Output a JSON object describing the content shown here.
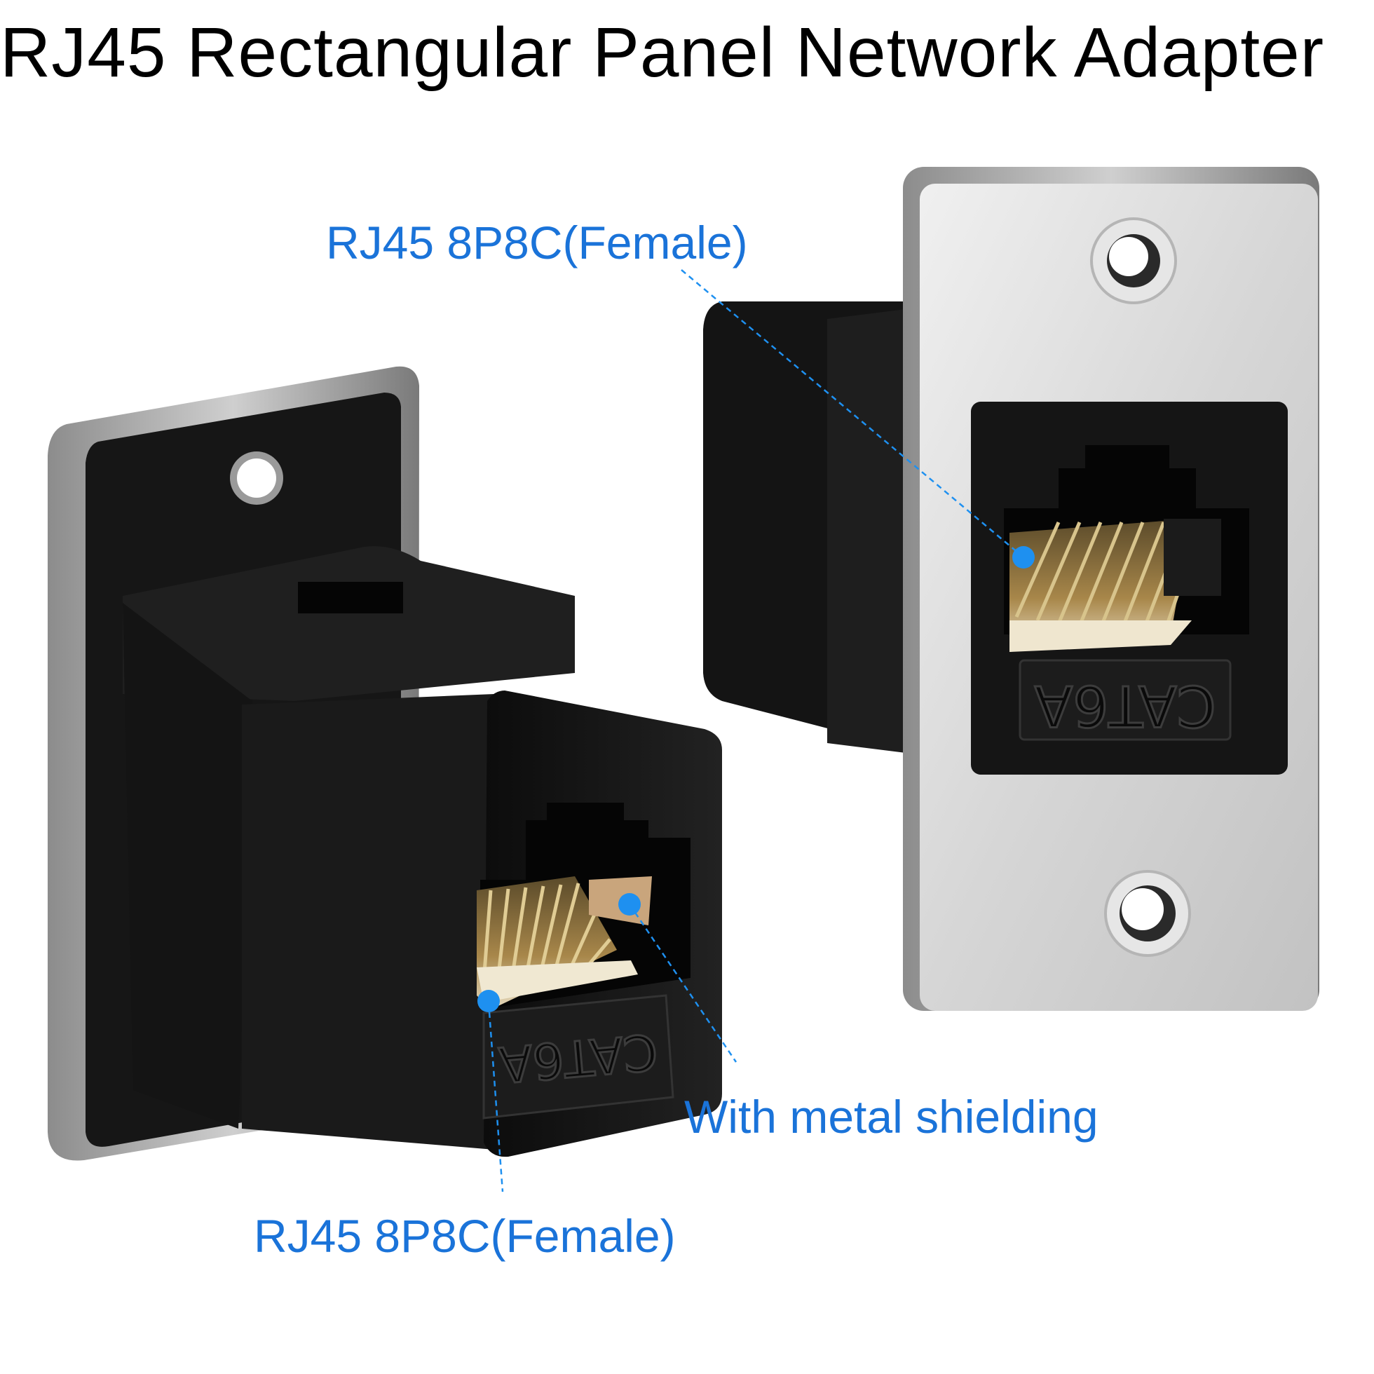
{
  "title": "RJ45 Rectangular Panel Network Adapter",
  "callouts": {
    "top_female": "RJ45 8P8C(Female)",
    "metal_shielding": "With metal shielding",
    "bottom_female": "RJ45 8P8C(Female)"
  },
  "jack_marking": "CAT6A",
  "colors": {
    "callout_text": "#1a73d9",
    "callout_dot": "#1e90f0",
    "housing": "#141414",
    "plate_silver": "#d9d9d9"
  }
}
